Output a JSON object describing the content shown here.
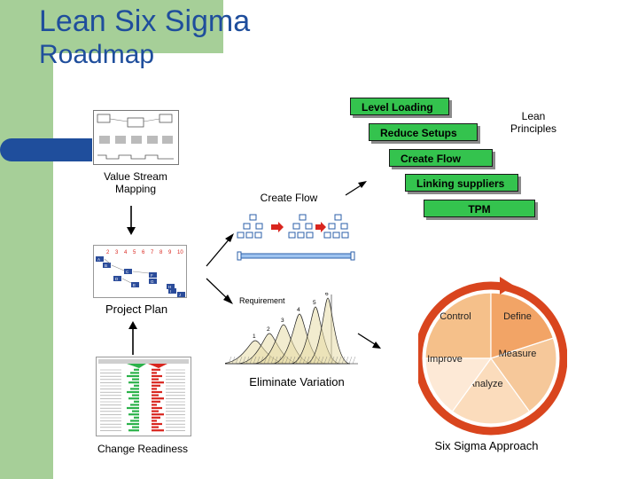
{
  "title": {
    "line1": "Lean Six Sigma",
    "line2": "Roadmap"
  },
  "lean": {
    "label": "Lean Principles",
    "items": [
      "Level Loading",
      "Reduce Setups",
      "Create Flow",
      "Linking suppliers",
      "TPM"
    ]
  },
  "left_column": {
    "value_stream": "Value Stream Mapping",
    "project_plan": "Project Plan",
    "change_readiness": "Change Readiness"
  },
  "project_plan_chart": {
    "columns": [
      "2",
      "3",
      "4",
      "5",
      "6",
      "7",
      "8",
      "9",
      "10"
    ],
    "tasks": [
      "A",
      "B",
      "C",
      "D",
      "E",
      "F",
      "G",
      "H",
      "I",
      "J"
    ]
  },
  "middle": {
    "create_flow": "Create Flow",
    "requirement": "Requirement",
    "eliminate_variation": "Eliminate Variation",
    "curve_labels": [
      "1",
      "2",
      "3",
      "4",
      "5",
      "6"
    ]
  },
  "six_sigma": {
    "phases": [
      "Control",
      "Define",
      "Measure",
      "Analyze",
      "Improve"
    ],
    "caption": "Six Sigma Approach"
  },
  "colors": {
    "green_band": "#a6cf98",
    "blue_accent": "#1f4e9c",
    "lean_box": "#34c34e",
    "cycle_arrow": "#d9451e"
  }
}
